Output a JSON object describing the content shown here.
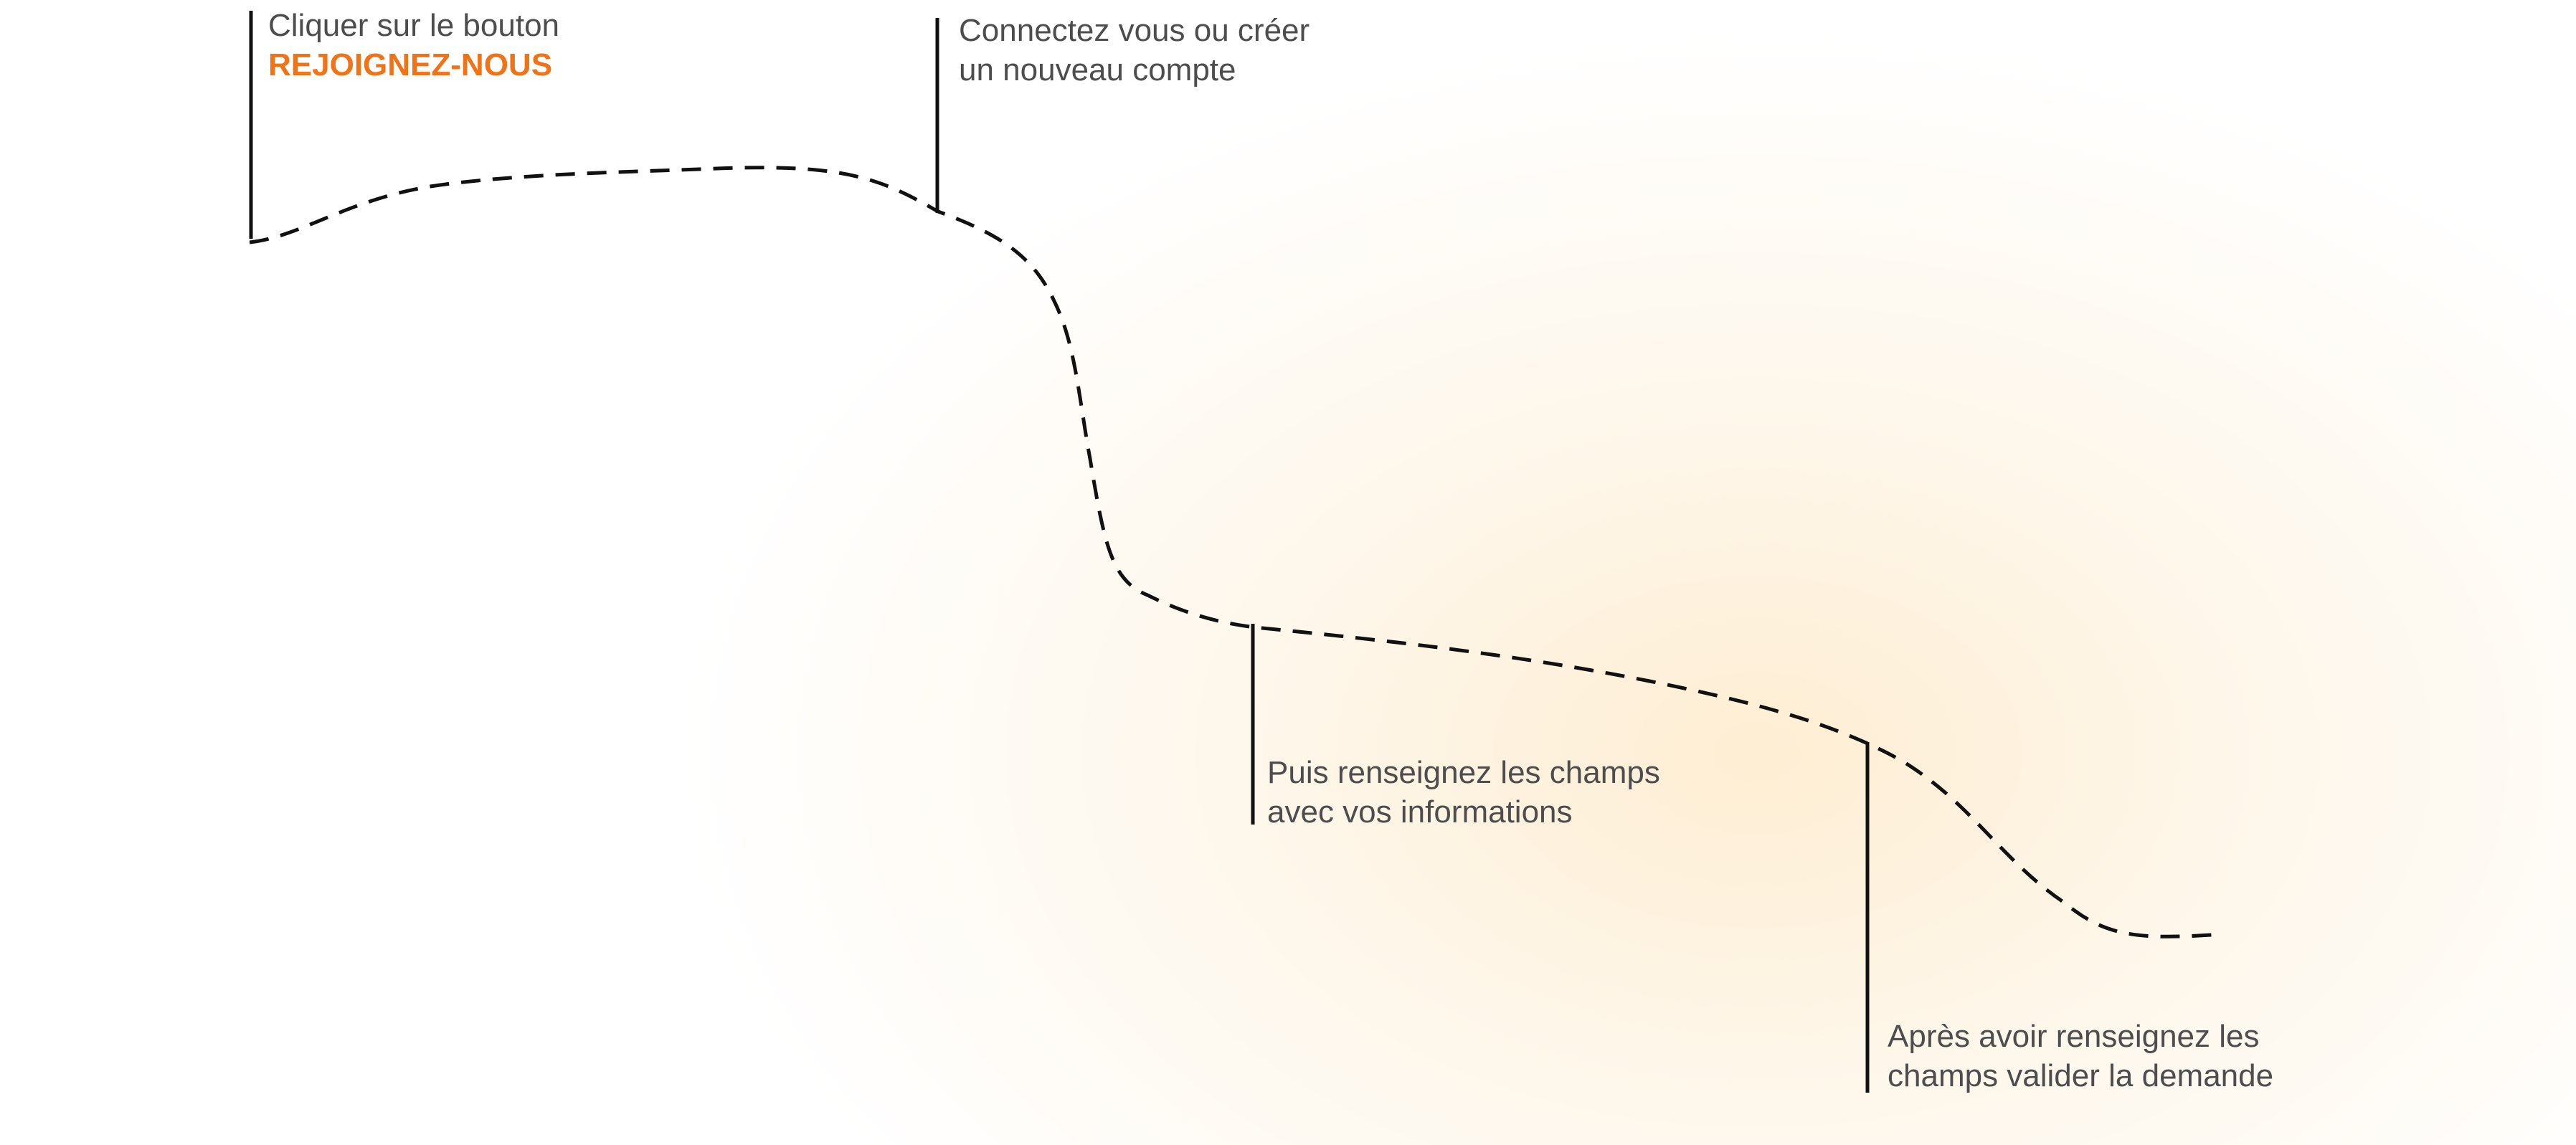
{
  "steps": [
    {
      "line1": "Cliquer sur le bouton",
      "accent": "REJOIGNEZ-NOUS"
    },
    {
      "line1": "Connectez vous ou créer",
      "line2": "un nouveau compte"
    },
    {
      "line1": "Puis renseignez les champs",
      "line2": "avec vos informations"
    },
    {
      "line1": "Après avoir renseignez les",
      "line2": "champs valider la demande"
    }
  ],
  "colors": {
    "accent": "#f07318",
    "text": "#4d4d4d",
    "path": "#111111",
    "glow": "#fde8c4"
  }
}
